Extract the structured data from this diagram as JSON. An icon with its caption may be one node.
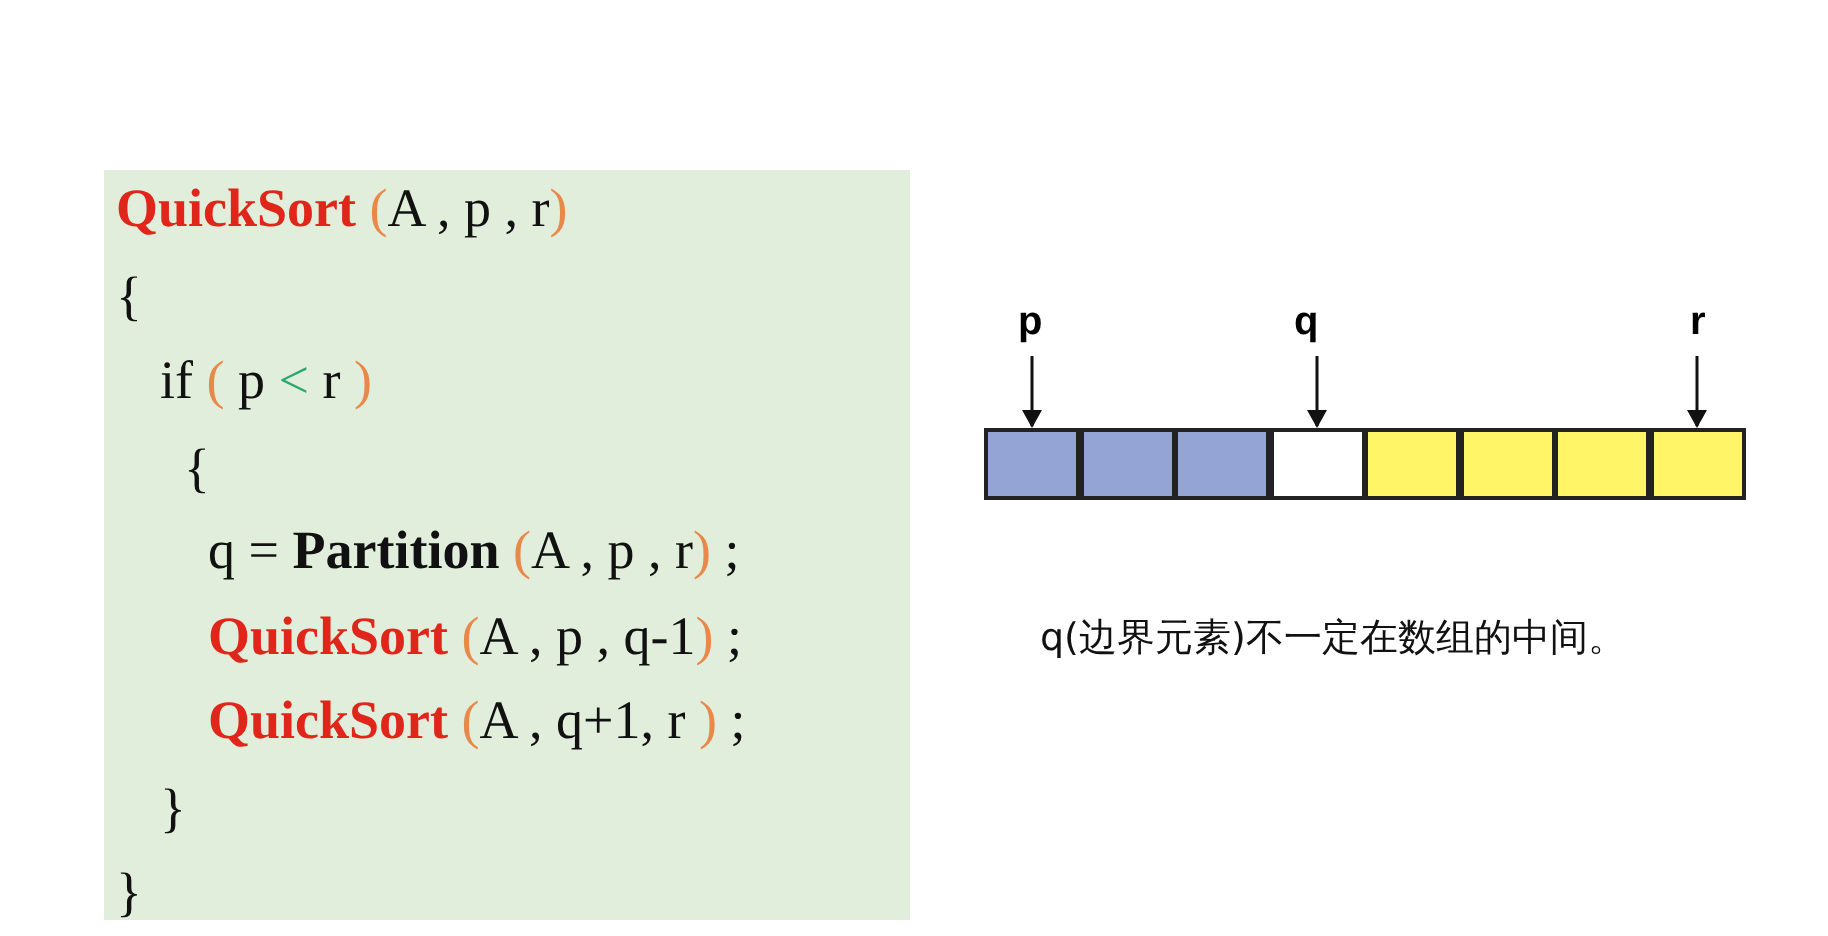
{
  "diagram": {
    "nodes": [
      {
        "text": [
          "p"
        ]
      },
      {
        "text": [
          "q"
        ]
      },
      {
        "text": [
          "r"
        ]
      },
      {
        "text": [],
        "shape": "box"
      },
      {
        "text": [],
        "shape": "box"
      },
      {
        "text": [],
        "shape": "box"
      },
      {
        "text": [],
        "shape": "box"
      },
      {
        "text": [],
        "shape": "box"
      },
      {
        "text": [],
        "shape": "box"
      },
      {
        "text": [],
        "shape": "box"
      },
      {
        "text": [],
        "shape": "box"
      }
    ],
    "edges": [
      {
        "from": 0,
        "to": 3,
        "arrow": "to"
      },
      {
        "from": 1,
        "to": 6,
        "arrow": "to"
      },
      {
        "from": 2,
        "to": 10,
        "arrow": "to"
      }
    ],
    "labels": [
      "**QuickSort** (A , p , r)",
      "{",
      "if ( p < r )",
      "{",
      "q = **Partition** (A , p , r) ;",
      "**QuickSort** (A , p , q-1) ;",
      "**QuickSort** (A , q+1, r ) ;",
      "}",
      "}",
      "q(边界元素)不一定在数组的中间。"
    ]
  }
}
